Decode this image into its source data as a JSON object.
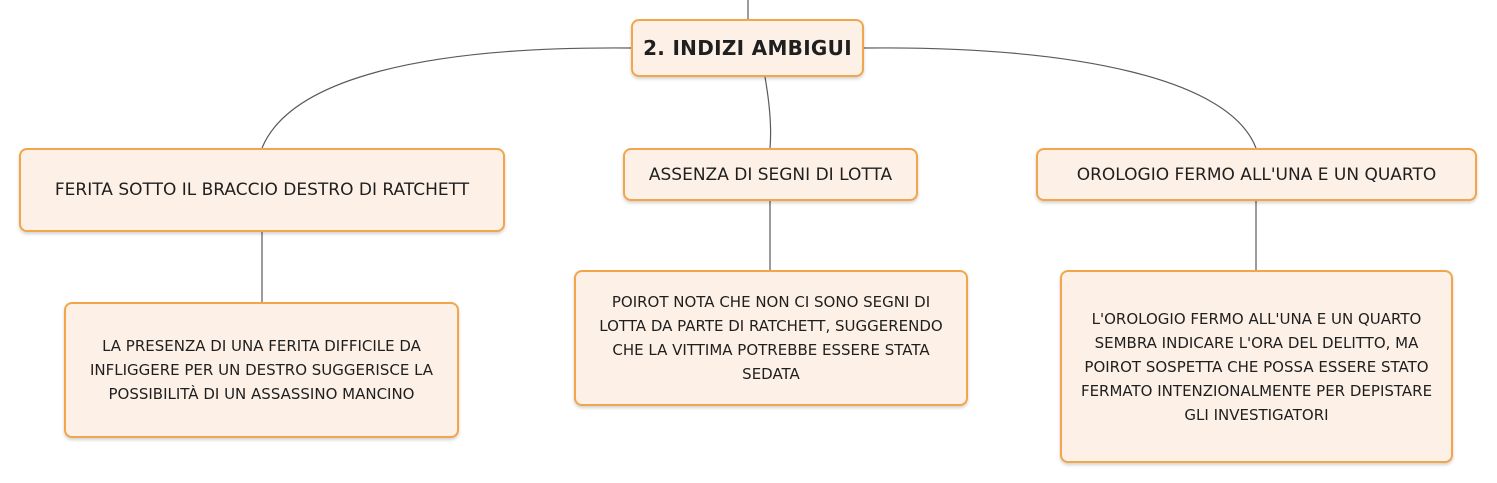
{
  "root": {
    "label": "2. INDIZI AMBIGUI"
  },
  "branches": [
    {
      "label": "FERITA SOTTO IL BRACCIO DESTRO DI RATCHETT",
      "detail": "LA PRESENZA DI UNA FERITA DIFFICILE DA INFLIGGERE PER UN DESTRO SUGGERISCE LA POSSIBILITÀ DI UN ASSASSINO MANCINO"
    },
    {
      "label": "ASSENZA DI SEGNI DI LOTTA",
      "detail": "POIROT NOTA CHE NON CI SONO SEGNI DI LOTTA DA PARTE DI RATCHETT, SUGGERENDO CHE LA VITTIMA POTREBBE ESSERE STATA SEDATA"
    },
    {
      "label": "OROLOGIO FERMO ALL'UNA E UN QUARTO",
      "detail": "L'OROLOGIO FERMO ALL'UNA E UN QUARTO SEMBRA INDICARE L'ORA DEL DELITTO, MA POIROT SOSPETTA CHE POSSA ESSERE STATO FERMATO INTENZIONALMENTE PER DEPISTARE GLI INVESTIGATORI"
    }
  ],
  "colors": {
    "node_fill": "#fdf0e6",
    "node_border": "#f2a649",
    "connector": "#5a5a5a",
    "text": "#1f1f1f"
  }
}
